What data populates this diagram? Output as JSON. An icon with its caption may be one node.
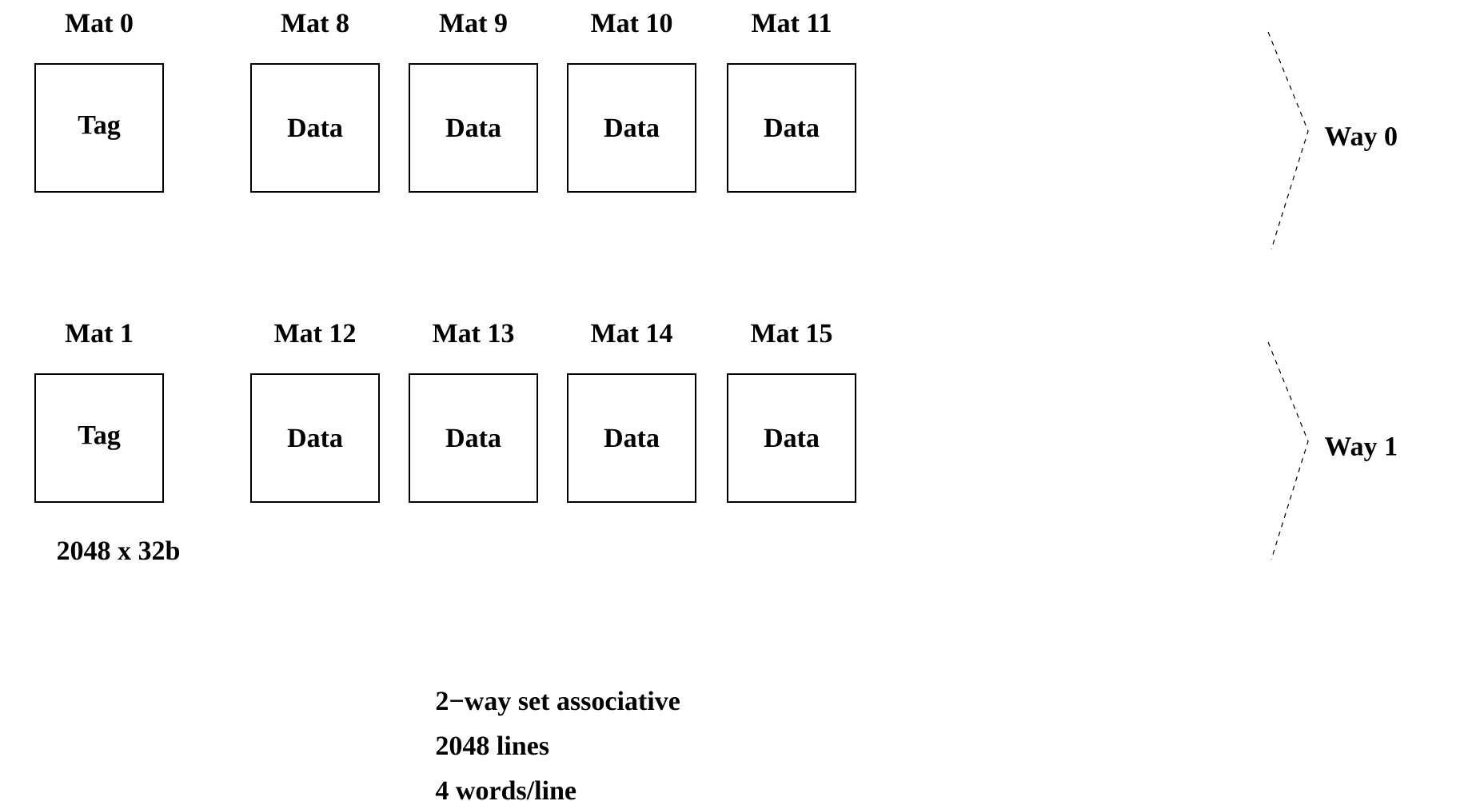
{
  "diagram": {
    "nodes": [
      {
        "text": [
          "Mat 0",
          "Tag"
        ]
      },
      {
        "text": [
          "Mat 8",
          "Data"
        ]
      },
      {
        "text": [
          "Mat 9",
          "Data"
        ]
      },
      {
        "text": [
          "Mat 10",
          "Data"
        ]
      },
      {
        "text": [
          "Mat 11",
          "Data"
        ]
      },
      {
        "text": [
          "Mat 1",
          "Tag"
        ],
        "beside": [
          "2048 x 32b"
        ]
      },
      {
        "text": [
          "Mat 12",
          "Data"
        ]
      },
      {
        "text": [
          "Mat 13",
          "Data"
        ]
      },
      {
        "text": [
          "Mat 14",
          "Data"
        ]
      },
      {
        "text": [
          "Mat 15",
          "Data"
        ]
      }
    ],
    "labels": [
      "Way 0",
      "Way 1",
      "2−way set associative",
      "2048 lines",
      "4 words/line"
    ]
  }
}
